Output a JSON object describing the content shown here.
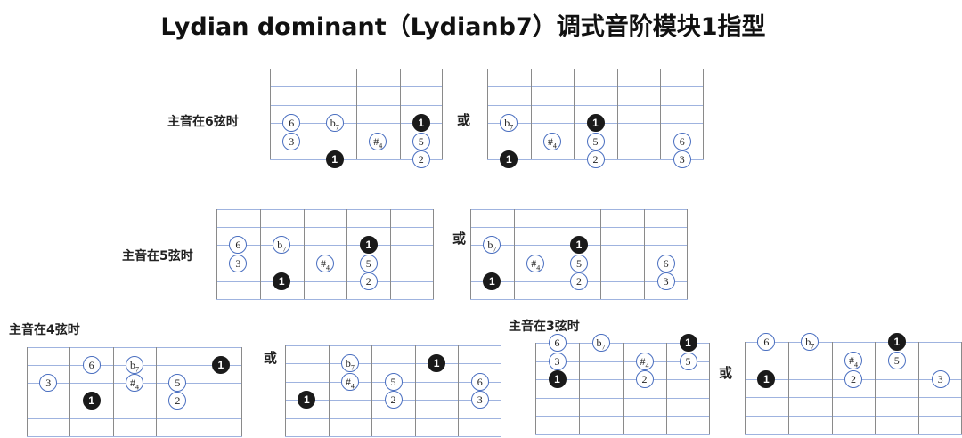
{
  "title": "Lydian dominant（Lydianb7）调式音阶模块1指型",
  "or_label": "或",
  "colors": {
    "string_line": "#9fb3df",
    "fret_line": "#8a8a8a",
    "circle_border": "#4a6fc0",
    "root_fill": "#1a1a1a"
  },
  "groups": [
    {
      "label": "主音在6弦时"
    },
    {
      "label": "主音在5弦时"
    },
    {
      "label": "主音在4弦时"
    },
    {
      "label": "主音在3弦时"
    }
  ],
  "diagrams": [
    {
      "frets": 4,
      "notes": [
        {
          "text": "6",
          "string": 4,
          "fret": 1
        },
        {
          "text": "b7",
          "string": 4,
          "fret": 2
        },
        {
          "text": "1",
          "string": 4,
          "fret": 4,
          "root": true
        },
        {
          "text": "3",
          "string": 5,
          "fret": 1
        },
        {
          "text": "#4",
          "string": 5,
          "fret": 3
        },
        {
          "text": "5",
          "string": 5,
          "fret": 4
        },
        {
          "text": "1",
          "string": 6,
          "fret": 2,
          "root": true
        },
        {
          "text": "2",
          "string": 6,
          "fret": 4
        }
      ]
    },
    {
      "frets": 5,
      "notes": [
        {
          "text": "b7",
          "string": 4,
          "fret": 1
        },
        {
          "text": "1",
          "string": 4,
          "fret": 3,
          "root": true
        },
        {
          "text": "#4",
          "string": 5,
          "fret": 2
        },
        {
          "text": "5",
          "string": 5,
          "fret": 3
        },
        {
          "text": "6",
          "string": 5,
          "fret": 5
        },
        {
          "text": "1",
          "string": 6,
          "fret": 1,
          "root": true
        },
        {
          "text": "2",
          "string": 6,
          "fret": 3
        },
        {
          "text": "3",
          "string": 6,
          "fret": 5
        }
      ]
    },
    {
      "frets": 5,
      "notes": [
        {
          "text": "6",
          "string": 3,
          "fret": 1
        },
        {
          "text": "b7",
          "string": 3,
          "fret": 2
        },
        {
          "text": "1",
          "string": 3,
          "fret": 4,
          "root": true
        },
        {
          "text": "3",
          "string": 4,
          "fret": 1
        },
        {
          "text": "#4",
          "string": 4,
          "fret": 3
        },
        {
          "text": "5",
          "string": 4,
          "fret": 4
        },
        {
          "text": "1",
          "string": 5,
          "fret": 2,
          "root": true
        },
        {
          "text": "2",
          "string": 5,
          "fret": 4
        }
      ]
    },
    {
      "frets": 5,
      "notes": [
        {
          "text": "b7",
          "string": 3,
          "fret": 1
        },
        {
          "text": "1",
          "string": 3,
          "fret": 3,
          "root": true
        },
        {
          "text": "#4",
          "string": 4,
          "fret": 2
        },
        {
          "text": "5",
          "string": 4,
          "fret": 3
        },
        {
          "text": "6",
          "string": 4,
          "fret": 5
        },
        {
          "text": "1",
          "string": 5,
          "fret": 1,
          "root": true
        },
        {
          "text": "2",
          "string": 5,
          "fret": 3
        },
        {
          "text": "3",
          "string": 5,
          "fret": 5
        }
      ]
    },
    {
      "frets": 5,
      "notes": [
        {
          "text": "6",
          "string": 2,
          "fret": 2
        },
        {
          "text": "b7",
          "string": 2,
          "fret": 3
        },
        {
          "text": "1",
          "string": 2,
          "fret": 5,
          "root": true
        },
        {
          "text": "3",
          "string": 3,
          "fret": 1
        },
        {
          "text": "#4",
          "string": 3,
          "fret": 3
        },
        {
          "text": "5",
          "string": 3,
          "fret": 4
        },
        {
          "text": "1",
          "string": 4,
          "fret": 2,
          "root": true
        },
        {
          "text": "2",
          "string": 4,
          "fret": 4
        }
      ]
    },
    {
      "frets": 5,
      "notes": [
        {
          "text": "b7",
          "string": 2,
          "fret": 2
        },
        {
          "text": "1",
          "string": 2,
          "fret": 4,
          "root": true
        },
        {
          "text": "#4",
          "string": 3,
          "fret": 2
        },
        {
          "text": "5",
          "string": 3,
          "fret": 3
        },
        {
          "text": "6",
          "string": 3,
          "fret": 5
        },
        {
          "text": "1",
          "string": 4,
          "fret": 1,
          "root": true
        },
        {
          "text": "2",
          "string": 4,
          "fret": 3
        },
        {
          "text": "3",
          "string": 4,
          "fret": 5
        }
      ]
    },
    {
      "frets": 4,
      "notes": [
        {
          "text": "6",
          "string": 1,
          "fret": 1
        },
        {
          "text": "b7",
          "string": 1,
          "fret": 2
        },
        {
          "text": "1",
          "string": 1,
          "fret": 4,
          "root": true
        },
        {
          "text": "3",
          "string": 2,
          "fret": 1
        },
        {
          "text": "#4",
          "string": 2,
          "fret": 3
        },
        {
          "text": "5",
          "string": 2,
          "fret": 4
        },
        {
          "text": "1",
          "string": 3,
          "fret": 1,
          "root": true
        },
        {
          "text": "2",
          "string": 3,
          "fret": 3
        }
      ]
    },
    {
      "frets": 5,
      "notes": [
        {
          "text": "6",
          "string": 1,
          "fret": 1
        },
        {
          "text": "b7",
          "string": 1,
          "fret": 2
        },
        {
          "text": "1",
          "string": 1,
          "fret": 4,
          "root": true
        },
        {
          "text": "#4",
          "string": 2,
          "fret": 3
        },
        {
          "text": "5",
          "string": 2,
          "fret": 4
        },
        {
          "text": "1",
          "string": 3,
          "fret": 1,
          "root": true
        },
        {
          "text": "2",
          "string": 3,
          "fret": 3
        },
        {
          "text": "3",
          "string": 3,
          "fret": 5
        }
      ]
    }
  ]
}
